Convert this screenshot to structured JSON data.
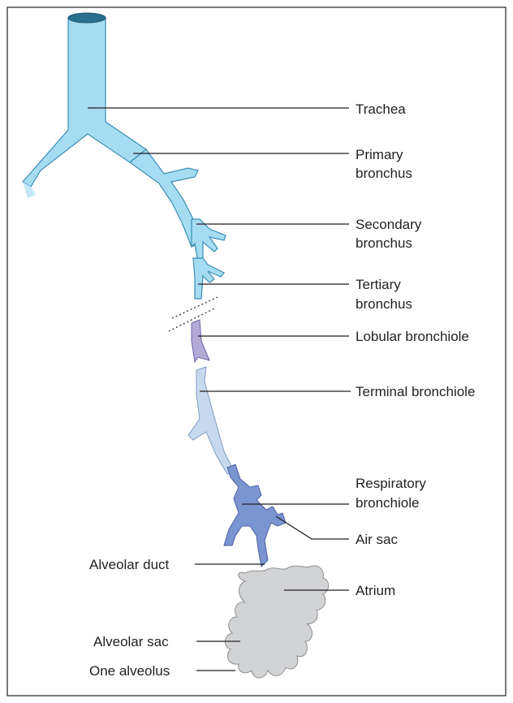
{
  "labels": {
    "trachea": "Trachea",
    "primary_1": "Primary",
    "primary_2": "bronchus",
    "secondary_1": "Secondary",
    "secondary_2": "bronchus",
    "tertiary_1": "Tertiary",
    "tertiary_2": "bronchus",
    "lobular": "Lobular bronchiole",
    "terminal": "Terminal bronchiole",
    "respiratory_1": "Respiratory",
    "respiratory_2": "bronchiole",
    "air_sac": "Air sac",
    "alveolar_duct": "Alveolar duct",
    "atrium": "Atrium",
    "alveolar_sac": "Alveolar sac",
    "one_alveolus": "One alveolus"
  },
  "colors": {
    "airway": "#a6dcf2",
    "airway_stroke": "#3a8db5",
    "lobular": "#b3aad6",
    "lobular_stroke": "#6c62a3",
    "terminal": "#c7d9ee",
    "terminal_stroke": "#7f9cc4",
    "respiratory": "#7b95d1",
    "respiratory_stroke": "#4b61a5",
    "alveoli": "#d2d3d5",
    "alveoli_stroke": "#8c8d90",
    "trachea_lumen": "#2b6f8f",
    "frame": "#231f20"
  }
}
